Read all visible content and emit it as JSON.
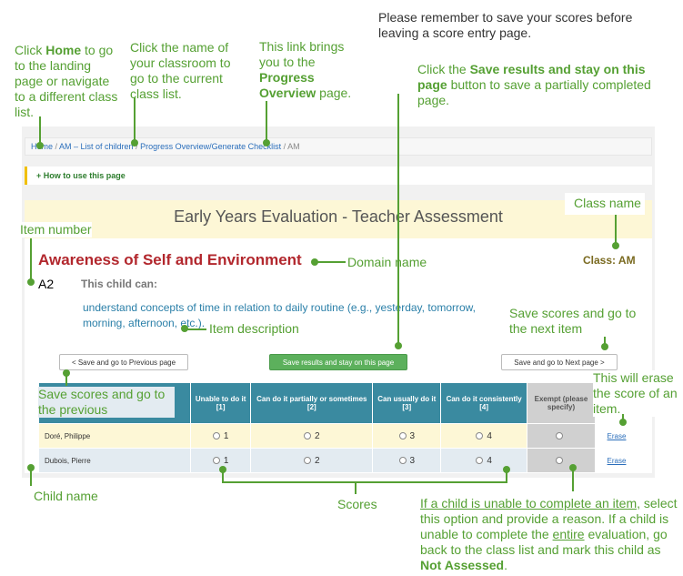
{
  "annotations": {
    "save_reminder": "Please remember to save your scores before leaving a score entry page.",
    "home_pre": "Click ",
    "home_bold": "Home",
    "home_post": " to go to the landing page or navigate to a different class list.",
    "classroom": "Click the name of your classroom to go to the current class list.",
    "progress_pre": "This link brings you to the ",
    "progress_bold": "Progress Overview",
    "progress_post": " page.",
    "save_stay_pre": "Click the ",
    "save_stay_bold": "Save results and stay on this page",
    "save_stay_post": " button  to save a partially completed page.",
    "class_name": "Class name",
    "item_number": "Item number",
    "domain_name": "Domain name",
    "item_description": "Item description",
    "save_next": "Save scores and go to the next item",
    "save_previous": "Save scores and go to the previous",
    "erase": "This will erase the score of an item.",
    "child_name": "Child name",
    "scores": "Scores",
    "exempt_p1": "If a child is unable to complete an item,",
    "exempt_p2": " select this option and provide a reason. If a child is unable to complete the ",
    "exempt_entire": "entire",
    "exempt_p3": " evaluation, go back to the class list and mark this child as ",
    "exempt_bold": "Not Assessed",
    "exempt_end": "."
  },
  "breadcrumb": {
    "home": "Home",
    "sep": " / ",
    "class_list": "AM – List of children",
    "progress": "Progress Overview/Generate Checklist",
    "current": "AM"
  },
  "howto": "+ How to use this page",
  "page_title": "Early Years Evaluation - Teacher Assessment",
  "domain": "Awareness of Self and Environment",
  "class_label": "Class: AM",
  "item_number": "A2",
  "child_can": "This child can:",
  "item_description": "understand concepts of time in relation to daily routine (e.g., yesterday, tomorrow, morning, afternoon, etc.).",
  "buttons": {
    "previous": "< Save and go to Previous page",
    "stay": "Save results and stay on this page",
    "next": "Save and go to Next page >"
  },
  "table": {
    "headers": [
      {
        "label": "Unable to do it",
        "code": "[1]"
      },
      {
        "label": "Can do it partially or sometimes",
        "code": "[2]"
      },
      {
        "label": "Can usually do it",
        "code": "[3]"
      },
      {
        "label": "Can do it consistently",
        "code": "[4]"
      }
    ],
    "exempt_header": "Exempt (please specify)",
    "rows": [
      {
        "name": "Doré, Philippe",
        "scores": [
          "1",
          "2",
          "3",
          "4"
        ],
        "erase": "Erase"
      },
      {
        "name": "Dubois, Pierre",
        "scores": [
          "1",
          "2",
          "3",
          "4"
        ],
        "erase": "Erase"
      }
    ]
  },
  "colors": {
    "annotation": "#55a033",
    "domain": "#b2272d",
    "header": "#3a8aa0",
    "green_button": "#5cb05c"
  }
}
